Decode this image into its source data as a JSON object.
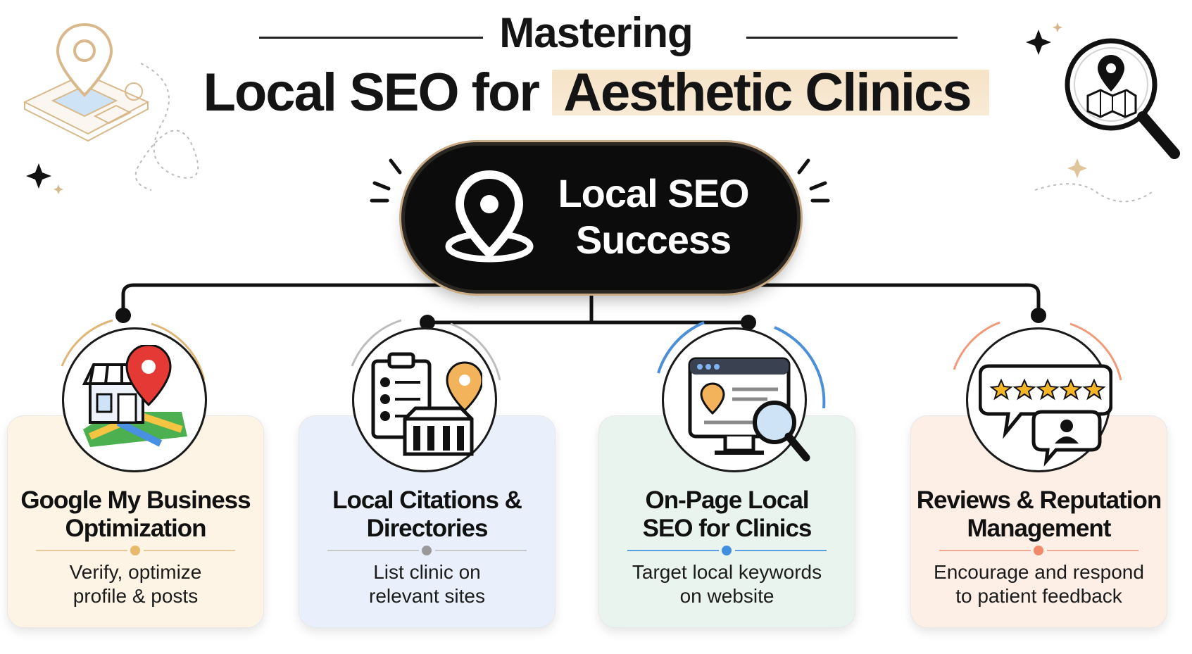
{
  "title": {
    "line1": "Mastering",
    "line2_plain": "Local SEO for",
    "line2_highlight": "Aesthetic Clinics"
  },
  "center": {
    "line1": "Local SEO",
    "line2": "Success"
  },
  "cards": [
    {
      "title1": "Google My Business",
      "title2": "Optimization",
      "desc1": "Verify, optimize",
      "desc2": "profile & posts",
      "accent": "#e8b96a",
      "bg": "#fdf4e6",
      "icon": "storefront-map-pin-icon"
    },
    {
      "title1": "Local Citations &",
      "title2": "Directories",
      "desc1": "List clinic on",
      "desc2": "relevant sites",
      "accent": "#9a9a9a",
      "bg": "#eaf0fb",
      "icon": "checklist-building-icon"
    },
    {
      "title1": "On-Page Local",
      "title2": "SEO for Clinics",
      "desc1": "Target local keywords",
      "desc2": "on website",
      "accent": "#3f8ee0",
      "bg": "#eaf4ef",
      "icon": "browser-magnifier-icon"
    },
    {
      "title1": "Reviews & Reputation",
      "title2": "Management",
      "desc1": "Encourage and respond",
      "desc2": "to patient feedback",
      "accent": "#f08a6a",
      "bg": "#fdeee6",
      "icon": "star-review-bubble-icon"
    }
  ]
}
